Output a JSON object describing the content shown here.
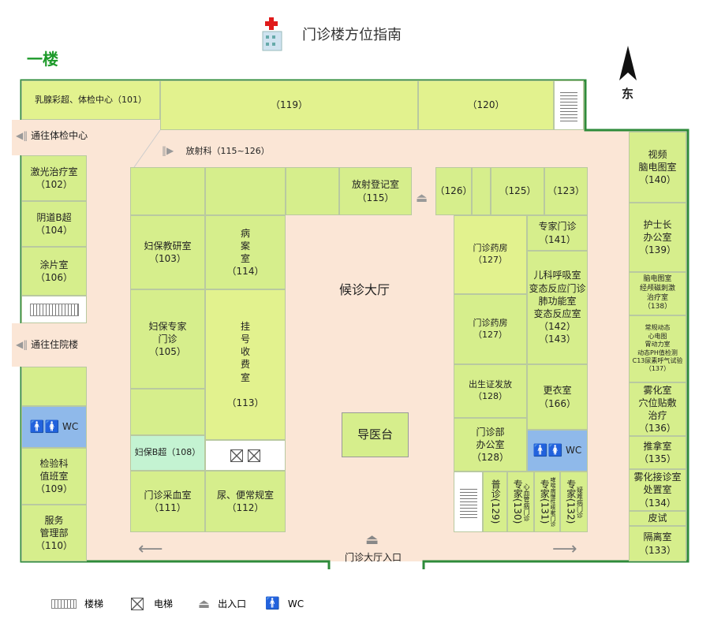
{
  "header": {
    "title": "门诊楼方位指南",
    "floor": "一楼",
    "compass": "东"
  },
  "corridors": {
    "to_checkup": "通往体检中心",
    "to_inpatient": "通往住院楼",
    "radiology": "放射科（115~126）",
    "hall": "候诊大厅",
    "entrance": "门诊大厅入口",
    "guide_desk": "导医台"
  },
  "rooms": {
    "r101": "乳腺彩超、体检中心（101）",
    "r119": "（119）",
    "r120": "（120）",
    "r102": "激光治疗室\n（102）",
    "r104": "阴道B超\n（104）",
    "r106": "涂片室\n（106）",
    "wc": "WC",
    "r109": "检验科\n值班室\n（109）",
    "r110": "服务\n管理部\n（110）",
    "r115": "放射登记室\n（115）",
    "r103": "妇保教研室\n（103）",
    "r114": "病\n案\n室\n（114）",
    "r105": "妇保专家\n门诊\n（105）",
    "r113": "挂\n号\n收\n费\n室\n\n（113）",
    "r108": "妇保B超（108）",
    "r111": "门诊采血室\n（111）",
    "r112": "尿、便常规室\n（112）",
    "r126": "（126）",
    "r125": "（125）",
    "r123": "（123）",
    "r127a": "门诊药房\n（127）",
    "r127b": "门诊药房\n（127）",
    "r141": "专家门诊\n（141）",
    "r142": "儿科呼吸室\n变态反应门诊\n肺功能室\n变态反应室\n（142）\n（143）",
    "r128a": "出生证发放\n（128）",
    "r166": "更衣室\n（166）",
    "r128b": "门诊部\n办公室\n（128）",
    "r129": "普诊(129)",
    "r130": "专家(130)",
    "r130_sub": "心血管病门诊",
    "r131": "专家(131)",
    "r131_sub": "哮喘病慢性咳嗽门诊",
    "r132": "专家(132)",
    "r132_sub": "疑难病门诊",
    "r140": "视频\n脑电图室\n（140）",
    "r139": "护士长\n办公室\n（139）",
    "r138": "脑电图室\n经颅磁刺激\n治疗室\n（138）",
    "r137": "常规动态\n心电图\n胃动力室\n动态PH值检测\nC13尿素呼气试验\n（137）",
    "r136": "雾化室\n穴位贴敷\n治疗\n（136）",
    "r135": "推拿室\n（135）",
    "r134": "雾化接诊室\n处置室\n（134）",
    "skin_test": "皮试",
    "r133": "隔离室\n（133）"
  },
  "legend": {
    "stairs": "楼梯",
    "elevator": "电梯",
    "entrance": "出入口",
    "wc": "WC"
  },
  "colors": {
    "room": "#d6ee8c",
    "floor": "#fbe6d6",
    "wall": "#2e8b3a",
    "wc": "#8fb9ea",
    "title_green": "#1d9a2a"
  }
}
